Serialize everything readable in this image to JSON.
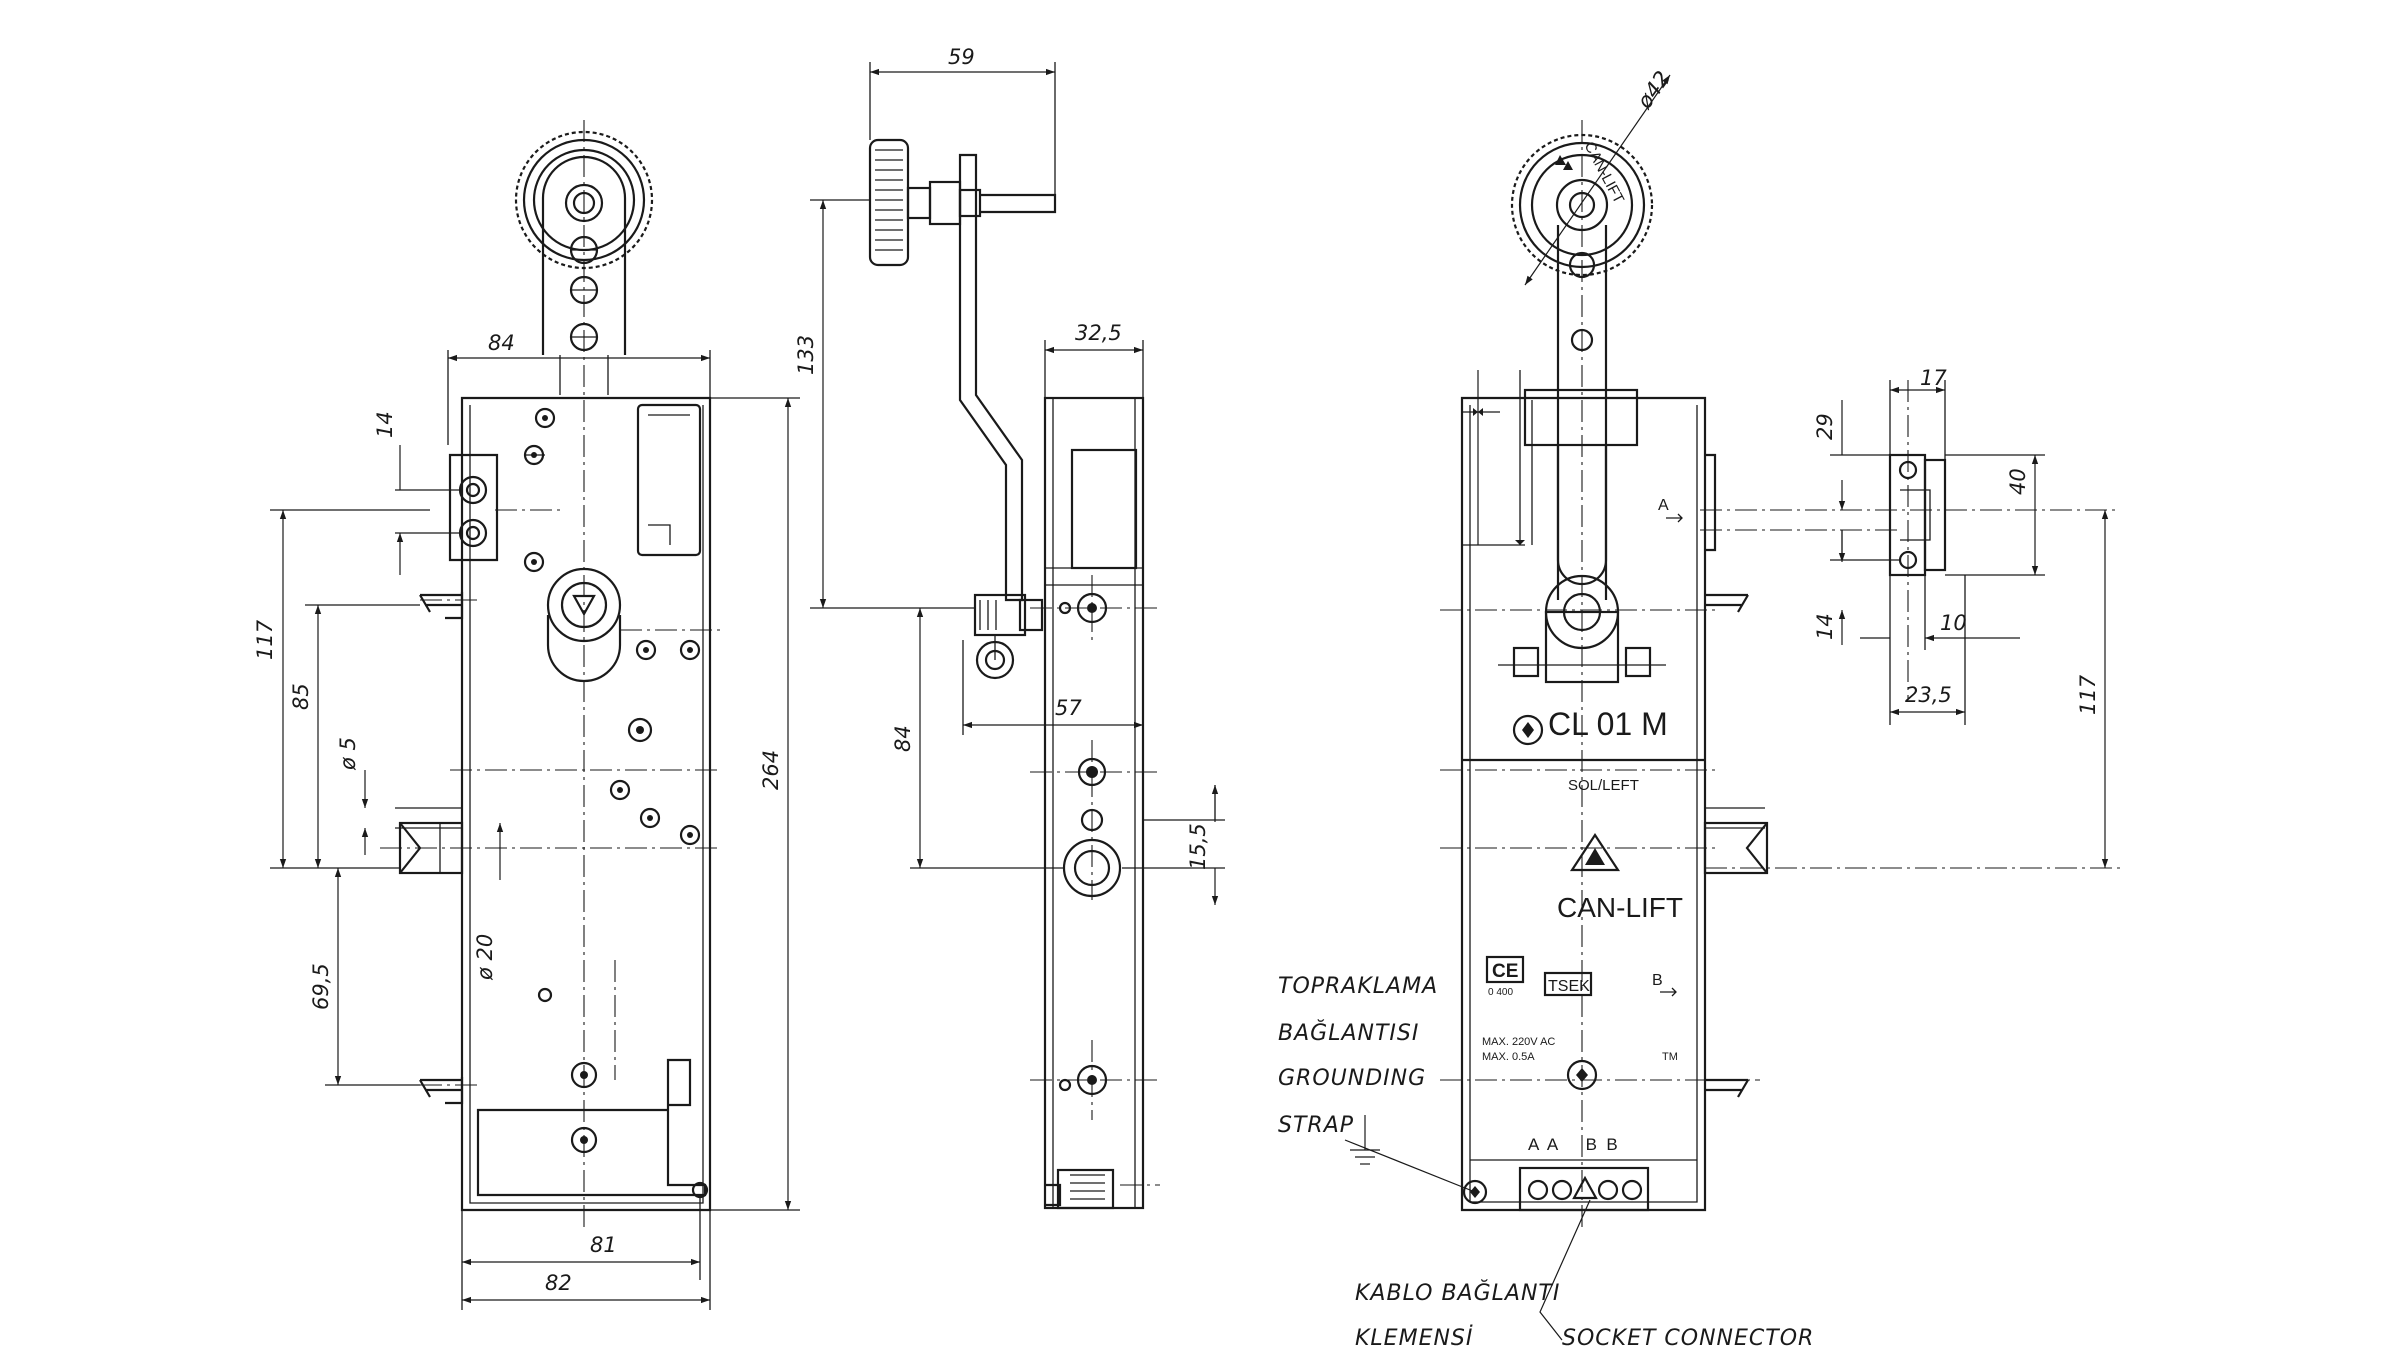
{
  "front_view": {
    "dims": {
      "top_width": "84",
      "hole_spacing": "14",
      "height_left": "117",
      "height_mid": "85",
      "hole_dia": "ø 5",
      "total_height": "264",
      "shaft_dia": "ø 20",
      "lower_offset": "69,5",
      "bottom_inner": "81",
      "bottom_outer": "82"
    }
  },
  "side_view": {
    "dims": {
      "lever_reach": "59",
      "lever_height": "133",
      "body_depth": "32,5",
      "pivot_offset": "57",
      "pivot_height": "84",
      "lower_gap": "15,5"
    }
  },
  "right_view": {
    "dims": {
      "wheel_dia": "ø42",
      "bracket_width": "17",
      "bracket_offset": "29",
      "bracket_height": "40",
      "hole_pitch": "14",
      "bracket_depth": "10",
      "bracket_total": "23,5",
      "height": "117"
    },
    "plate": {
      "model": "CL 01 M",
      "side": "SOL/LEFT",
      "brand": "CAN-LIFT",
      "wheel_brand": "CAN-LIFT",
      "rating_1": "MAX. 220V AC",
      "rating_2": "MAX. 0.5A",
      "cert_ce": "CE",
      "cert_code": "0 400",
      "cert_tse": "TSEK",
      "tm": "TM",
      "contact_a": "A",
      "contact_b": "B",
      "terminals": "A  A      B  B"
    }
  },
  "labels": {
    "grounding_1": "TOPRAKLAMA",
    "grounding_2": "BAĞLANTISI",
    "grounding_3": "GROUNDING",
    "grounding_4": "STRAP",
    "cable_1": "KABLO BAĞLANTI",
    "cable_2": "KLEMENSİ",
    "socket": "SOCKET CONNECTOR"
  },
  "icons": [
    "ground-symbol-icon",
    "can-lift-logo-icon",
    "ce-mark-icon"
  ]
}
